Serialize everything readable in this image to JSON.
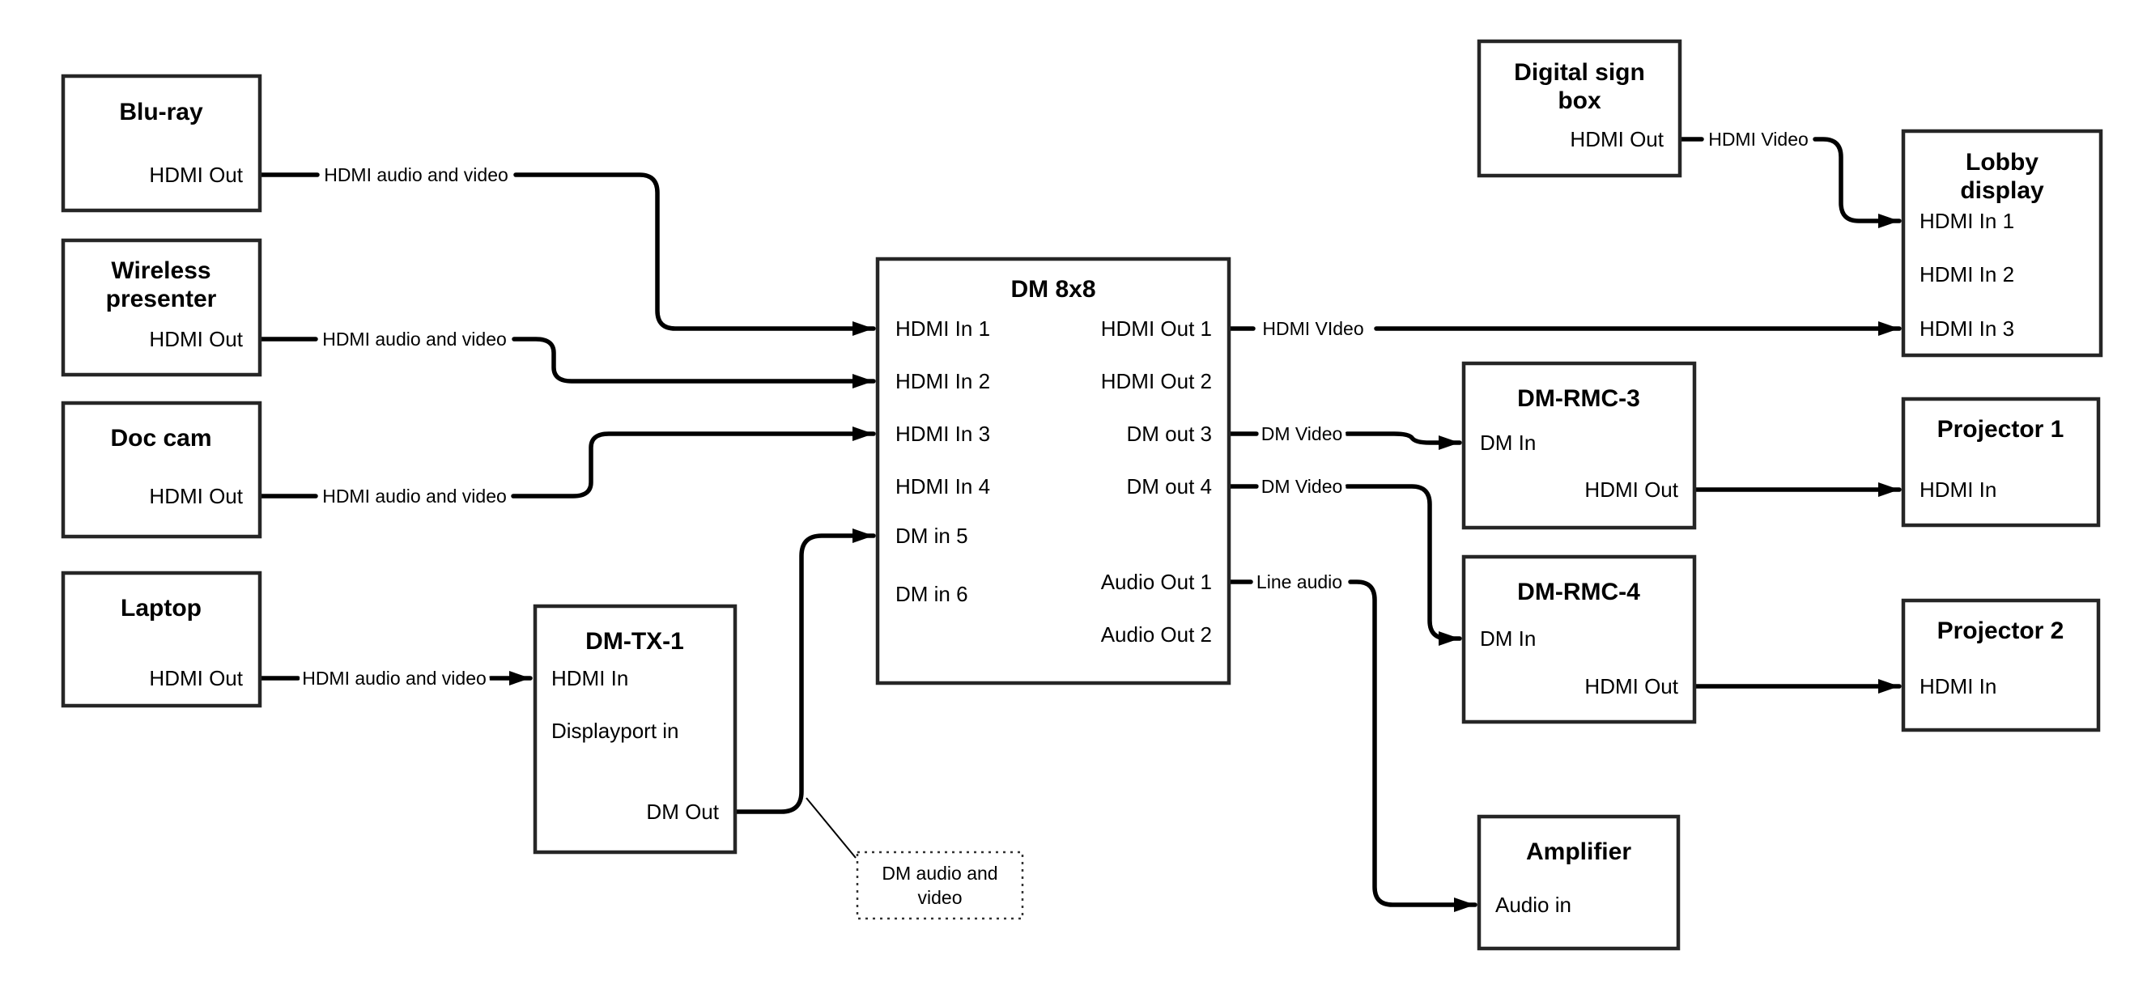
{
  "colors": {
    "background": "#ffffff",
    "line": "#000000",
    "box_border": "#262626",
    "text": "#000000"
  },
  "nodes": {
    "bluray": {
      "title": "Blu-ray",
      "port_out": "HDMI Out"
    },
    "wireless": {
      "title_line1": "Wireless",
      "title_line2": "presenter",
      "port_out": "HDMI Out"
    },
    "doccam": {
      "title": "Doc cam",
      "port_out": "HDMI Out"
    },
    "laptop": {
      "title": "Laptop",
      "port_out": "HDMI Out"
    },
    "dmtx1": {
      "title": "DM-TX-1",
      "port_hdmi_in": "HDMI In",
      "port_dp_in": "Displayport in",
      "port_dm_out": "DM Out"
    },
    "dm8x8": {
      "title": "DM 8x8",
      "port_in1": "HDMI In 1",
      "port_in2": "HDMI In 2",
      "port_in3": "HDMI In 3",
      "port_in4": "HDMI In 4",
      "port_in5": "DM in 5",
      "port_in6": "DM in 6",
      "port_out1": "HDMI Out 1",
      "port_out2": "HDMI Out 2",
      "port_out3": "DM out 3",
      "port_out4": "DM out 4",
      "port_audio1": "Audio Out 1",
      "port_audio2": "Audio Out 2"
    },
    "digitalsign": {
      "title_line1": "Digital sign",
      "title_line2": "box",
      "port_out": "HDMI Out"
    },
    "lobby": {
      "title_line1": "Lobby",
      "title_line2": "display",
      "port_in1": "HDMI In 1",
      "port_in2": "HDMI In 2",
      "port_in3": "HDMI In 3"
    },
    "dmrmc3": {
      "title": "DM-RMC-3",
      "port_dm_in": "DM In",
      "port_hdmi_out": "HDMI Out"
    },
    "proj1": {
      "title": "Projector 1",
      "port_hdmi_in": "HDMI In"
    },
    "dmrmc4": {
      "title": "DM-RMC-4",
      "port_dm_in": "DM In",
      "port_hdmi_out": "HDMI Out"
    },
    "proj2": {
      "title": "Projector 2",
      "port_hdmi_in": "HDMI In"
    },
    "amplifier": {
      "title": "Amplifier",
      "port_audio_in": "Audio in"
    }
  },
  "edge_labels": {
    "bluray_to_dm8x8": "HDMI audio and video",
    "wireless_to_dm8x8": "HDMI audio and video",
    "doccam_to_dm8x8": "HDMI audio and video",
    "laptop_to_dmtx1": "HDMI audio and video",
    "dm8x8_out1_to_lobby": "HDMI VIdeo",
    "dm8x8_out3_to_dmrmc3": "DM Video",
    "dm8x8_out4_to_dmrmc4": "DM Video",
    "dm8x8_audio1_to_amplifier": "Line audio",
    "digitalsign_to_lobby": "HDMI Video"
  },
  "annotation": {
    "line1": "DM audio and",
    "line2": "video"
  }
}
